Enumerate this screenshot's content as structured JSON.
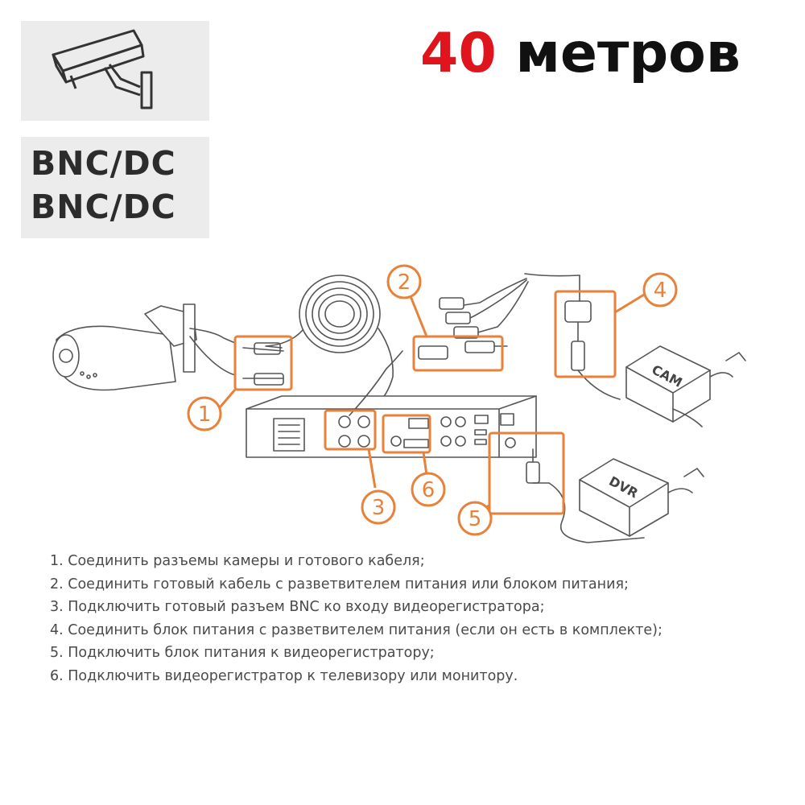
{
  "header": {
    "icon": "cctv-camera-icon",
    "labels": [
      "BNC/DC",
      "BNC/DC"
    ],
    "headline_number": "40",
    "headline_unit": "метров",
    "accent_color": "#e0141d"
  },
  "diagram": {
    "callouts": [
      "1",
      "2",
      "3",
      "4",
      "5",
      "6"
    ],
    "callout_color": "#e8813a",
    "adapter_labels": [
      "CAM",
      "DVR"
    ]
  },
  "instructions": [
    "1. Соединить разъемы камеры и готового кабеля;",
    "2. Соединить готовый кабель с разветвителем питания или блоком питания;",
    "3. Подключить готовый разъем BNC ко входу видеорегистратора;",
    "4. Соединить блок питания с разветвителем питания (если он есть в комплекте);",
    "5. Подключить блок питания к видеорегистратору;",
    "6. Подключить видеорегистратор к телевизору или монитору."
  ]
}
